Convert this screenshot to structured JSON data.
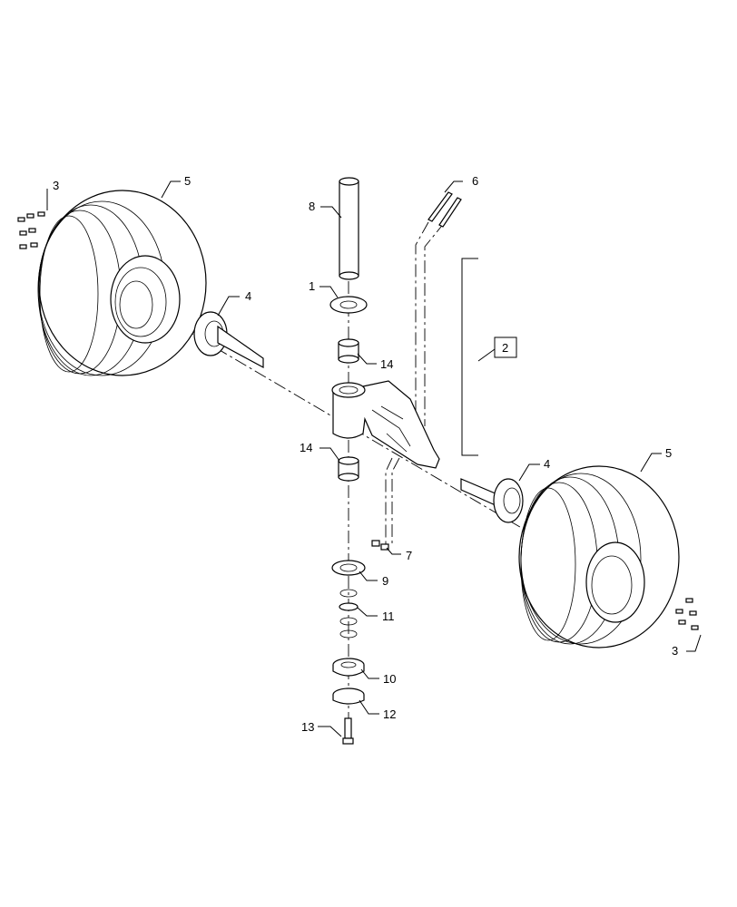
{
  "diagram": {
    "callouts": [
      {
        "id": "c1",
        "text": "1"
      },
      {
        "id": "c2",
        "text": "2"
      },
      {
        "id": "c3a",
        "text": "3"
      },
      {
        "id": "c3b",
        "text": "3"
      },
      {
        "id": "c4a",
        "text": "4"
      },
      {
        "id": "c4b",
        "text": "4"
      },
      {
        "id": "c5a",
        "text": "5"
      },
      {
        "id": "c5b",
        "text": "5"
      },
      {
        "id": "c6",
        "text": "6"
      },
      {
        "id": "c7",
        "text": "7"
      },
      {
        "id": "c8",
        "text": "8"
      },
      {
        "id": "c9",
        "text": "9"
      },
      {
        "id": "c10",
        "text": "10"
      },
      {
        "id": "c11",
        "text": "11"
      },
      {
        "id": "c12",
        "text": "12"
      },
      {
        "id": "c13",
        "text": "13"
      },
      {
        "id": "c14a",
        "text": "14"
      },
      {
        "id": "c14b",
        "text": "14"
      }
    ]
  }
}
